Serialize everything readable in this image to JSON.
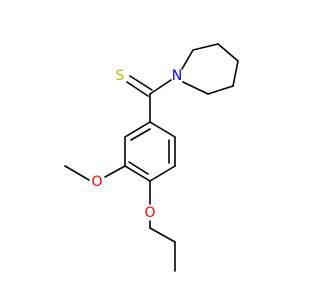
{
  "molecule": {
    "atoms": {
      "sulfur": {
        "symbol": "S",
        "color": "#b8b800"
      },
      "nitrogen": {
        "symbol": "N",
        "color": "#0000ff"
      },
      "oxygen_methoxy": {
        "symbol": "O",
        "color": "#ff0000"
      },
      "oxygen_ethoxy": {
        "symbol": "O",
        "color": "#ff0000"
      }
    },
    "bond_color": "#000000"
  }
}
